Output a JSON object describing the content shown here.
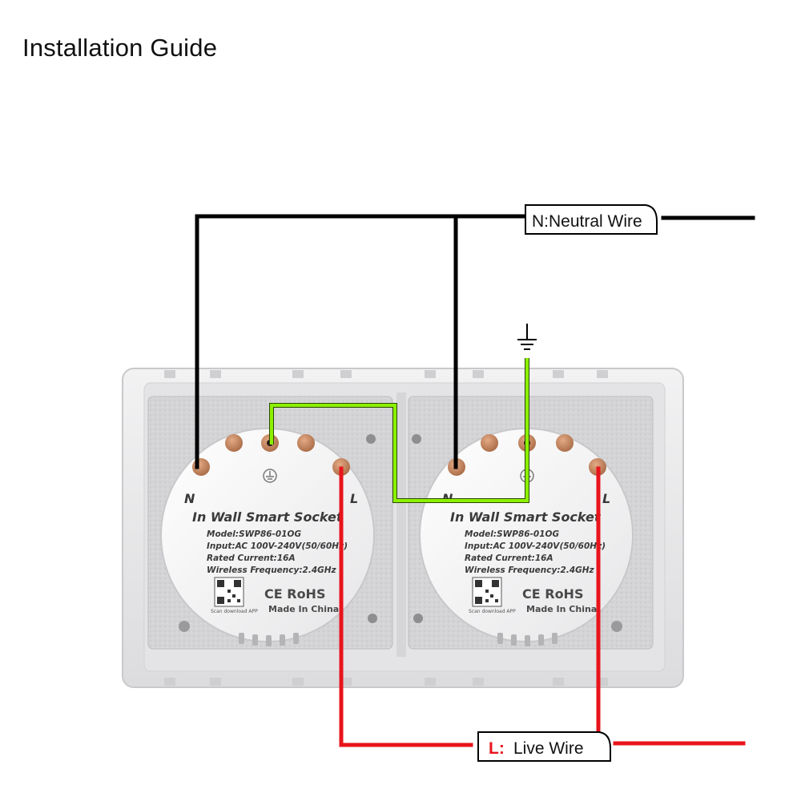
{
  "title": "Installation Guide",
  "labels": {
    "neutral": "N:Neutral Wire",
    "live_prefix": "L:",
    "live_text": "Live Wire"
  },
  "modules": [
    {
      "n_mark": "N",
      "l_mark": "L",
      "product": "In Wall Smart Socket",
      "model": "Model:SWP86-01OG",
      "input": "Input:AC 100V-240V(50/60Hz)",
      "current": "Rated Current:16A",
      "frequency": "Wireless Frequency:2.4GHz",
      "certs": "CE RoHS",
      "scan": "Scan download APP",
      "origin": "Made In China"
    },
    {
      "n_mark": "N",
      "l_mark": "L",
      "product": "In Wall Smart Socket",
      "model": "Model:SWP86-01OG",
      "input": "Input:AC 100V-240V(50/60Hz)",
      "current": "Rated Current:16A",
      "frequency": "Wireless Frequency:2.4GHz",
      "certs": "CE RoHS",
      "scan": "Scan download APP",
      "origin": "Made In China"
    }
  ],
  "colors": {
    "neutral_wire": "#000000",
    "live_wire": "#e8141b",
    "earth_wire": "#8cf000",
    "terminal": "#c98b62",
    "plate": "#e9e9ea"
  },
  "icons": {
    "ground": "ground-symbol-icon",
    "qr": "qr-code-icon"
  }
}
